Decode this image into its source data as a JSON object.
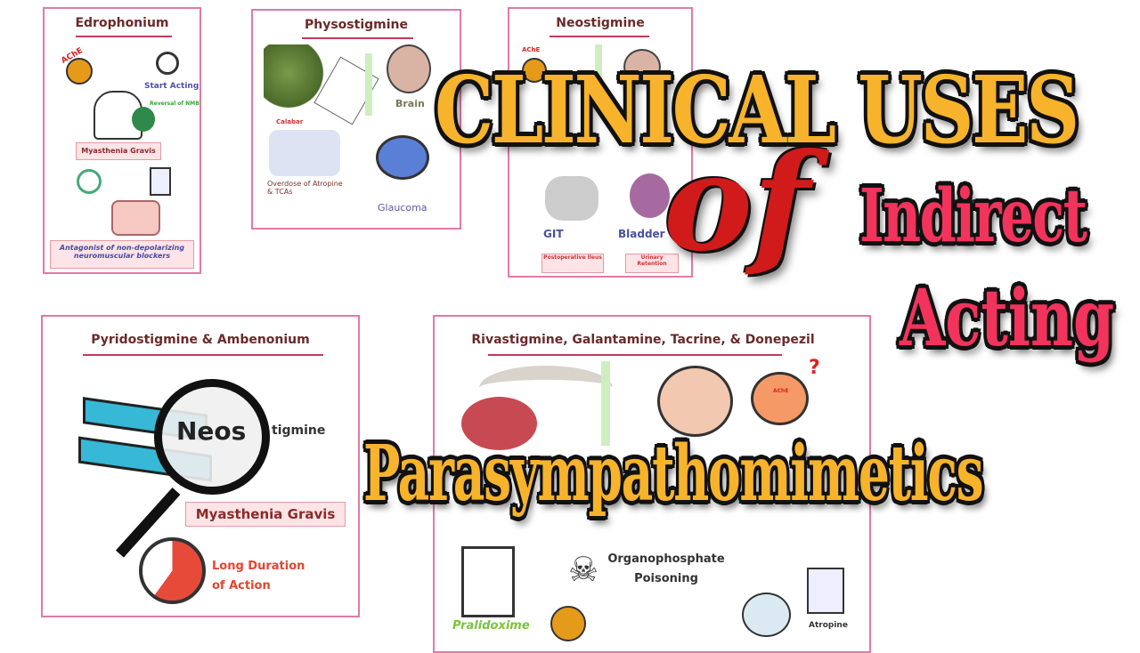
{
  "headline": {
    "line1": "CLINICAL USES",
    "connector": "of",
    "line2": "Indirect",
    "line3": "Acting",
    "line4": "Parasympathomimetics"
  },
  "colors": {
    "headline_yellow": "#f7b32b",
    "headline_red": "#f2335c",
    "of_red": "#d11a1a",
    "card_border": "#e07aa8"
  },
  "cards": {
    "edrophonium": {
      "title": "Edrophonium",
      "ache": "AChE",
      "start_acting": "Start Acting",
      "note": "Reversal of NMB",
      "box": "Myasthenia Gravis",
      "footer": "Antagonist of non-depolarizing neuromuscular blockers"
    },
    "physostigmine": {
      "title": "Physostigmine",
      "calabar": "Calabar",
      "brain": "Brain",
      "overdose": "Overdose of Atropine & TCAs",
      "glaucoma": "Glaucoma"
    },
    "neostigmine": {
      "title": "Neostigmine",
      "ache": "AChE",
      "git": "GIT",
      "bladder": "Bladder",
      "box1": "Postoperative Ileus",
      "box2": "Urinary Retention"
    },
    "pyridostigmine": {
      "title": "Pyridostigmine & Ambenonium",
      "magnified": "Neos",
      "rest": "tigmine",
      "box": "Myasthenia Gravis",
      "duration": "Long Duration of Action"
    },
    "rivastigmine": {
      "title": "Rivastigmine, Galantamine, Tacrine, & Donepezil",
      "ache": "AChE",
      "question": "?",
      "organo": "Organophosphate Poisoning",
      "pralidoxime": "Pralidoxime",
      "atropine": "Atropine"
    }
  }
}
